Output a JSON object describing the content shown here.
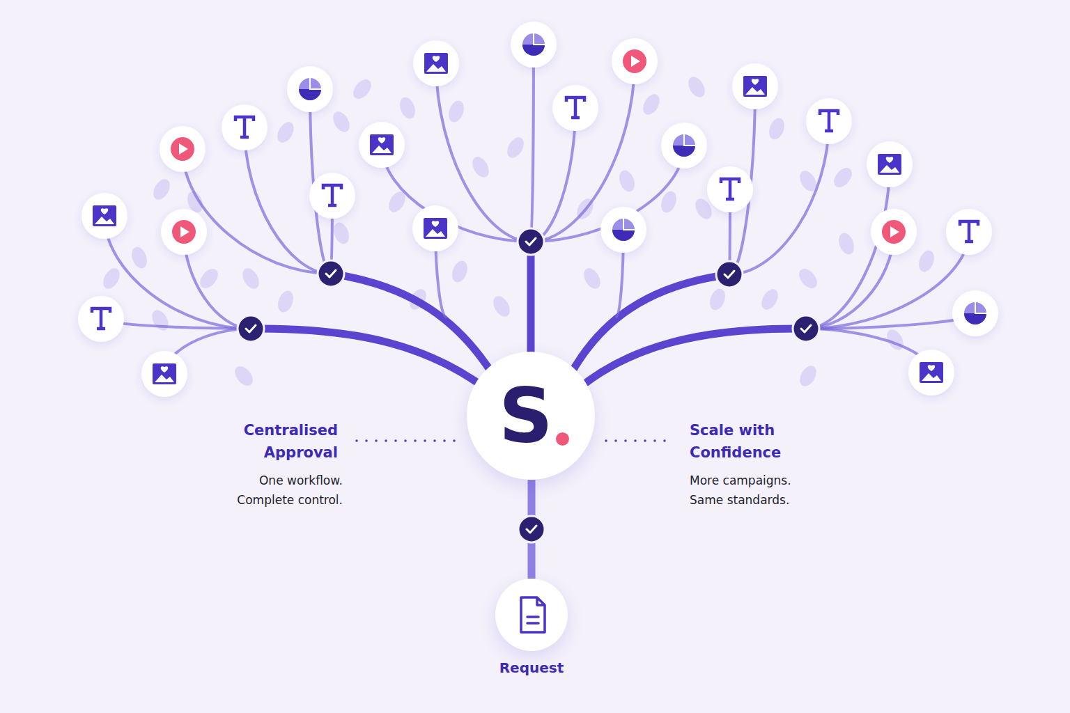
{
  "diagram": {
    "nodes": [
      {
        "text": [
          "S"
        ]
      },
      {
        "text": [
          "Request"
        ]
      }
    ],
    "edges": [
      {
        "from": 1,
        "to": 0,
        "arrow": "none"
      }
    ],
    "labels": [
      "Centralised Approval",
      "One workflow. Complete control.",
      "Scale with Confidence",
      "More campaigns. Same standards."
    ]
  }
}
